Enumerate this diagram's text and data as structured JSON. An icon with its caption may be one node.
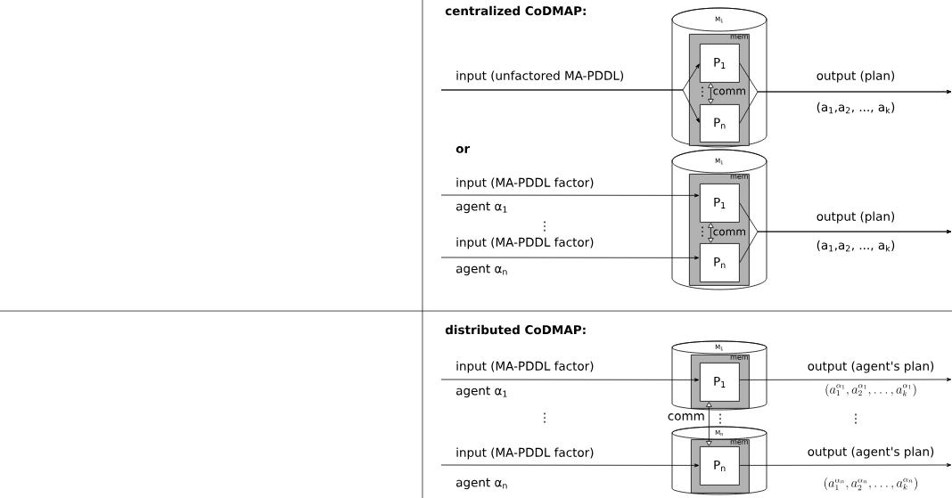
{
  "diagram": {
    "nodes": [
      {
        "text": [
          "M$_{1}$"
        ]
      },
      {
        "text": [
          "mem"
        ],
        "in": 0
      },
      {
        "text": [
          "P$_{1}$"
        ],
        "in": 1
      },
      {
        "text": [
          "P$_{n}$"
        ],
        "in": 1
      },
      {
        "text": [
          "M$_{1}$"
        ]
      },
      {
        "text": [
          "mem"
        ],
        "in": 4
      },
      {
        "text": [
          "P$_{1}$"
        ],
        "in": 5
      },
      {
        "text": [
          "P$_{n}$"
        ],
        "in": 5
      },
      {
        "text": [
          "M$_{1}$"
        ]
      },
      {
        "text": [
          "mem"
        ],
        "in": 8
      },
      {
        "text": [
          "P$_{1}$"
        ],
        "in": 9
      },
      {
        "text": [
          "M$_{n}$"
        ]
      },
      {
        "text": [
          "mem"
        ],
        "in": 11
      },
      {
        "text": [
          "P$_{n}$"
        ],
        "in": 12
      }
    ],
    "edges": [
      {
        "from": null,
        "to": 2,
        "arrow": "to",
        "label": "input (unfactored MA-PDDL)"
      },
      {
        "from": null,
        "to": 3,
        "arrow": "to"
      },
      {
        "from": 2,
        "to": null,
        "arrow": "to",
        "label": "output (plan)"
      },
      {
        "from": 3,
        "to": null,
        "arrow": "to"
      },
      {
        "from": 2,
        "to": 3,
        "arrow": "both",
        "label": "comm"
      },
      {
        "from": null,
        "to": 6,
        "arrow": "to",
        "label": "input (MA-PDDL factor)"
      },
      {
        "from": null,
        "to": 7,
        "arrow": "to",
        "label": "input (MA-PDDL factor)"
      },
      {
        "from": 6,
        "to": null,
        "arrow": "to",
        "label": "output (plan)"
      },
      {
        "from": 7,
        "to": null,
        "arrow": "to"
      },
      {
        "from": 6,
        "to": 7,
        "arrow": "both",
        "label": "comm"
      },
      {
        "from": null,
        "to": 10,
        "arrow": "to",
        "label": "input (MA-PDDL factor)"
      },
      {
        "from": 10,
        "to": null,
        "arrow": "to",
        "label": "output (agent's plan)"
      },
      {
        "from": 10,
        "to": 13,
        "arrow": "both",
        "label": "comm"
      },
      {
        "from": null,
        "to": 13,
        "arrow": "to",
        "label": "input (MA-PDDL factor)"
      },
      {
        "from": 13,
        "to": null,
        "arrow": "to",
        "label": "output (agent's plan)"
      }
    ],
    "labels": [
      "centralized CoDMAP:",
      "⋮",
      "(a$_{1}$,a$_{2}$, ..., a$_{k}$)",
      "or",
      "agent α$_{1}$",
      "⋮",
      "⋮",
      "(a$_{1}$,a$_{2}$, ..., a$_{k}$)",
      "agent α$_{n}$",
      "distributed CoDMAP:",
      "agent α$_{1}$",
      "(a^{\\alpha_1}_{1},a^{\\alpha_1}_{2}, \\ldots, a^{\\alpha_1}_{k})",
      "⋮",
      "⋮",
      "⋮",
      "agent α$_{n}$",
      "(a^{\\alpha_n}_{1},a^{\\alpha_n}_{2}, \\ldots, a^{\\alpha_n}_{k})"
    ]
  }
}
